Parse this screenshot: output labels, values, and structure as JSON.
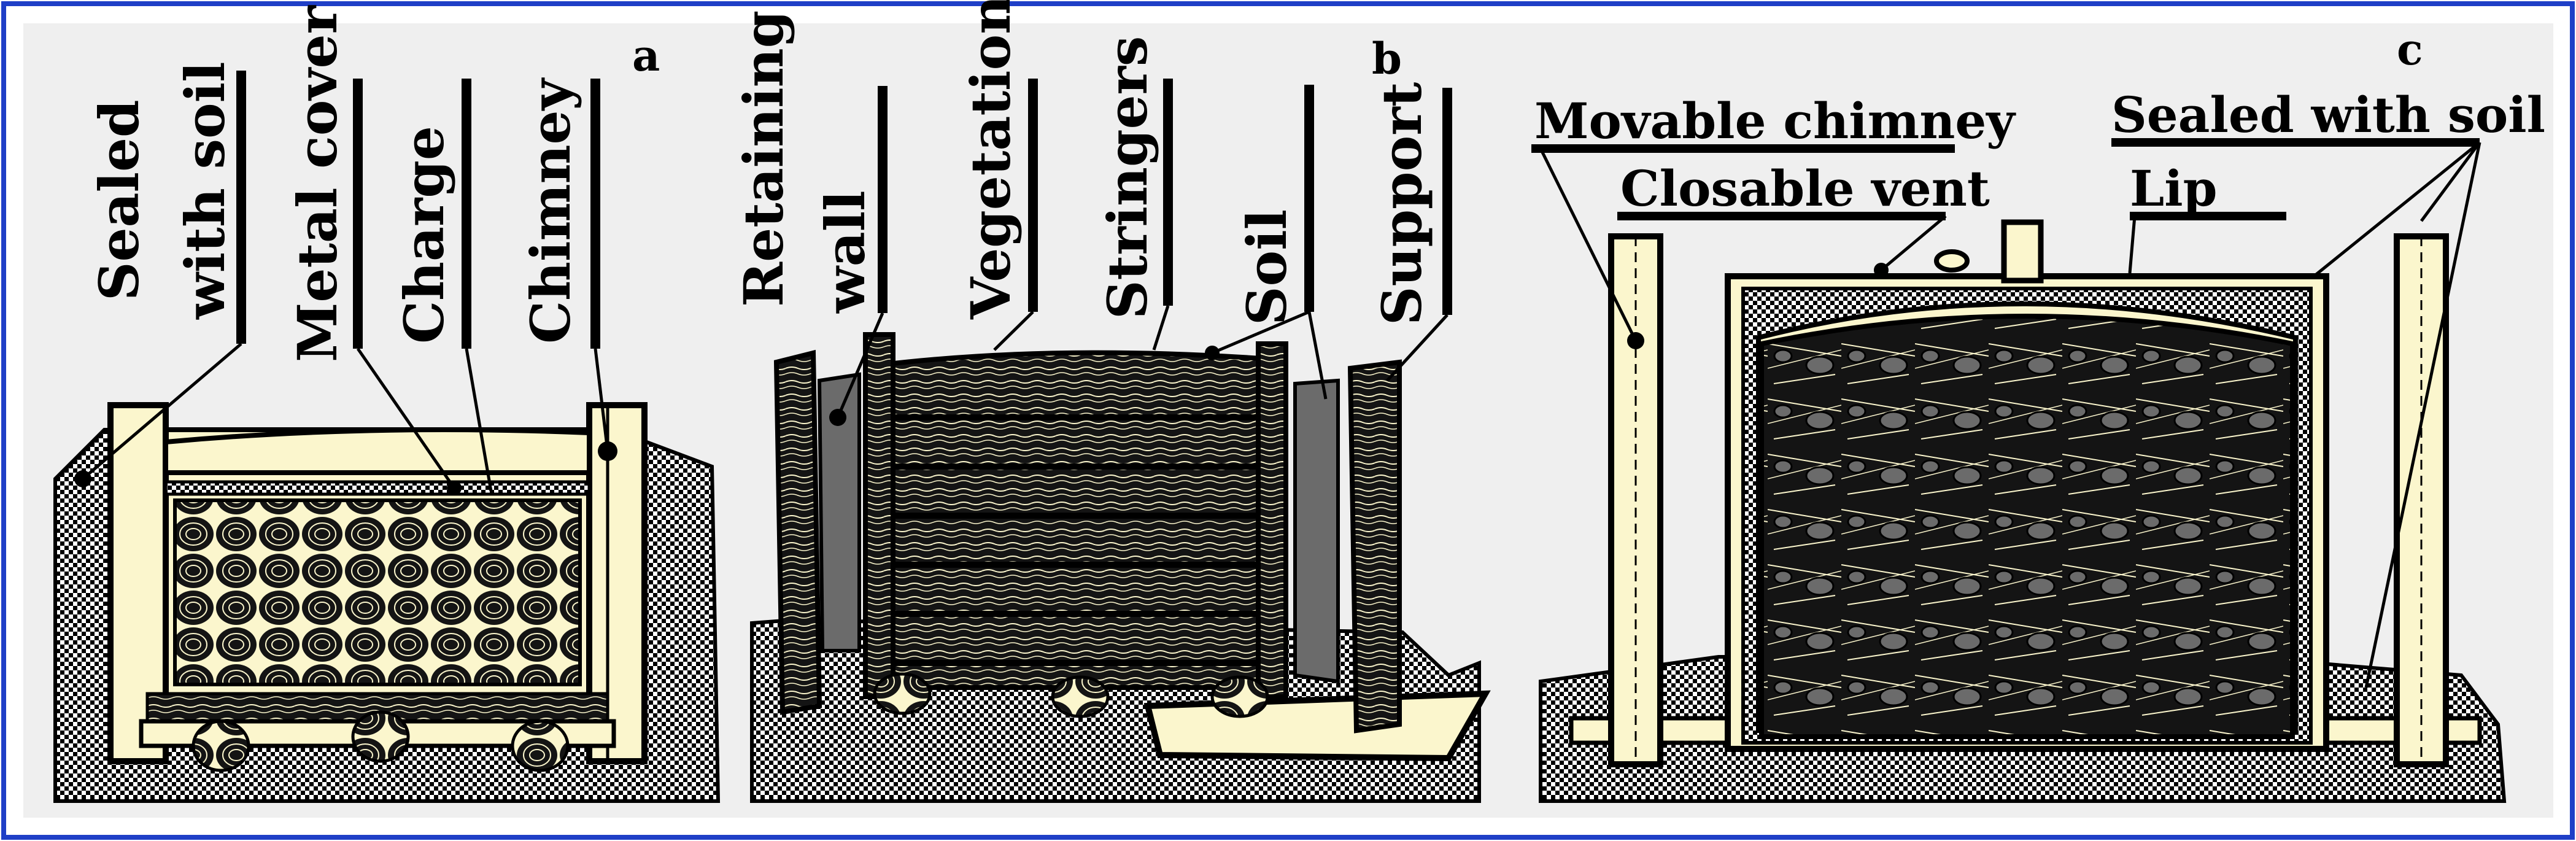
{
  "panels": [
    {
      "id": "a",
      "letter": "a",
      "labels": [
        "Sealed",
        "with soil",
        "Metal cover",
        "Charge",
        "Chimney"
      ]
    },
    {
      "id": "b",
      "letter": "b",
      "labels": [
        "Retaining",
        "wall",
        "Vegetation",
        "Stringers",
        "Soil",
        "Support"
      ]
    },
    {
      "id": "c",
      "letter": "c",
      "labels": [
        "Movable chimney",
        "Closable vent",
        "Sealed with soil",
        "Lip"
      ]
    }
  ],
  "colors": {
    "frame": "#1f3fc7",
    "background": "#efefef",
    "cream": "#fbf6cd",
    "wood": "#141414",
    "stone": "#6b6b6b",
    "soil": "checkerboard"
  }
}
